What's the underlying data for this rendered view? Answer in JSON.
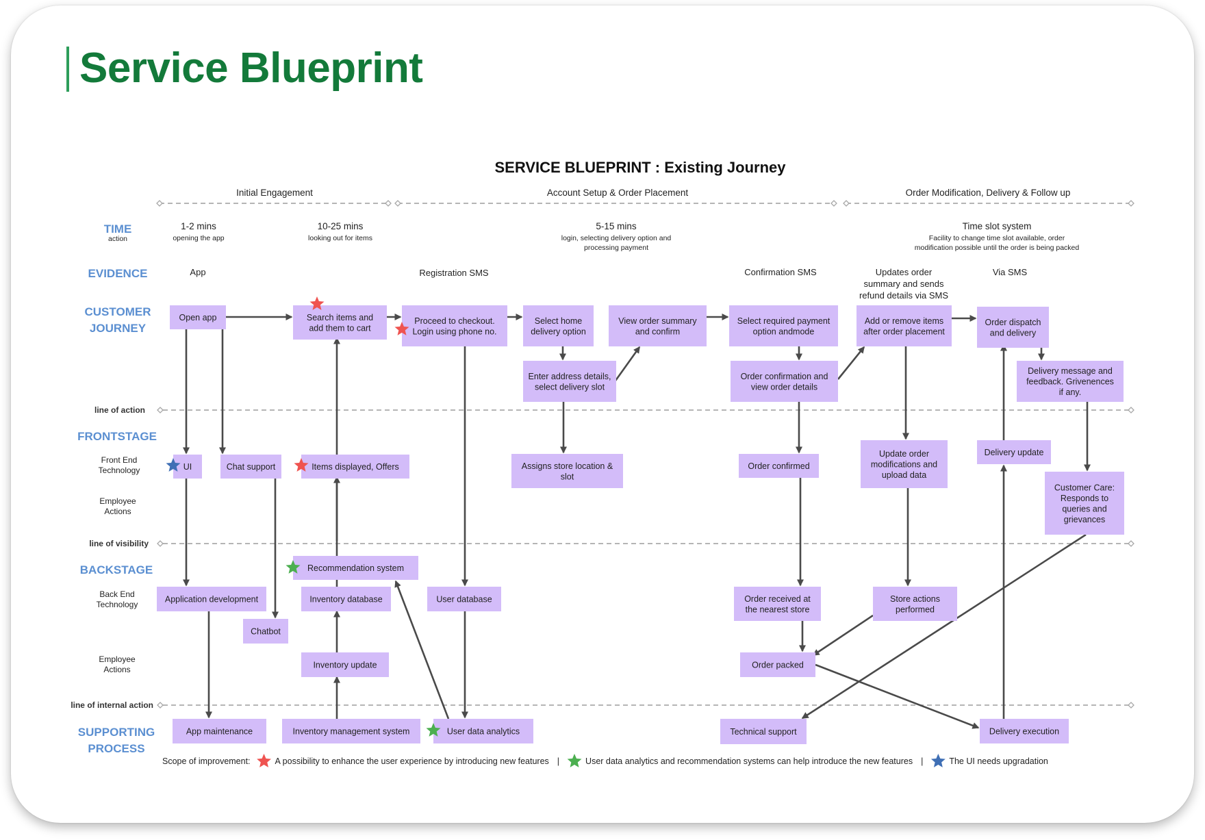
{
  "page": {
    "title": "Service Blueprint"
  },
  "blueprint": {
    "title": "SERVICE BLUEPRINT : Existing Journey",
    "phases": [
      "Initial Engagement",
      "Account Setup & Order Placement",
      "Order Modification, Delivery & Follow up"
    ],
    "lanes": {
      "time": "TIME",
      "time_sub": "action",
      "evidence": "EVIDENCE",
      "customer_journey_1": "CUSTOMER",
      "customer_journey_2": "JOURNEY",
      "frontstage": "FRONTSTAGE",
      "frontend_tech_1": "Front End",
      "frontend_tech_2": "Technology",
      "employee_actions_1": "Employee",
      "employee_actions_2": "Actions",
      "backstage": "BACKSTAGE",
      "backend_tech_1": "Back End",
      "backend_tech_2": "Technology",
      "employee_actions_b1": "Employee",
      "employee_actions_b2": "Actions",
      "supporting_1": "SUPPORTING",
      "supporting_2": "PROCESS"
    },
    "lines": {
      "action": "line of action",
      "visibility": "line of visibility",
      "internal": "line of internal action"
    },
    "time": [
      {
        "main": "1-2 mins",
        "sub1": "opening the app",
        "sub2": ""
      },
      {
        "main": "10-25 mins",
        "sub1": "looking out for items",
        "sub2": ""
      },
      {
        "main": "5-15 mins",
        "sub1": "login, selecting delivery option and",
        "sub2": "processing payment"
      },
      {
        "main": "Time slot system",
        "sub1": "Facility to change time slot available, order",
        "sub2": "modification possible until the order is being packed"
      }
    ],
    "evidence": [
      "App",
      "Registration SMS",
      "Confirmation SMS",
      "Updates order",
      "summary and sends",
      "refund details via SMS",
      "Via SMS"
    ],
    "boxes": {
      "open_app": [
        "Open app"
      ],
      "search_items": [
        "Search items and",
        "add them to cart"
      ],
      "checkout": [
        "Proceed to checkout.",
        "Login using phone no."
      ],
      "home_delivery": [
        "Select home",
        "delivery option"
      ],
      "address_details": [
        "Enter address details,",
        "select delivery slot"
      ],
      "view_summary": [
        "View order summary",
        "and confirm"
      ],
      "payment": [
        "Select required payment",
        "option andmode"
      ],
      "order_confirmation": [
        "Order confirmation and",
        "view order details"
      ],
      "add_remove": [
        "Add or remove items",
        "after order placement"
      ],
      "order_dispatch": [
        "Order dispatch",
        "and delivery"
      ],
      "delivery_message": [
        "Delivery message and",
        "feedback. Grivenences",
        "if any."
      ],
      "ui": [
        "UI"
      ],
      "chat_support": [
        "Chat support"
      ],
      "items_displayed": [
        "Items displayed, Offers"
      ],
      "assign_store": [
        "Assigns store location &",
        "slot"
      ],
      "order_confirmed": [
        "Order  confirmed"
      ],
      "update_modifications": [
        "Update order",
        "modifications and",
        "upload data"
      ],
      "delivery_update": [
        "Delivery update"
      ],
      "customer_care": [
        "Customer Care:",
        "Responds to",
        "queries and",
        "grievances"
      ],
      "recommendation": [
        "Recommendation system"
      ],
      "app_dev": [
        "Application development"
      ],
      "inventory_db": [
        "Inventory database"
      ],
      "user_db": [
        "User database"
      ],
      "chatbot": [
        "Chatbot"
      ],
      "order_received": [
        "Order received at",
        "the nearest store"
      ],
      "store_actions": [
        "Store actions",
        "performed"
      ],
      "inventory_update": [
        "Inventory  update"
      ],
      "order_packed": [
        "Order  packed"
      ],
      "app_maintenance": [
        "App maintenance"
      ],
      "inventory_mgmt": [
        "Inventory management system"
      ],
      "user_analytics": [
        "User data analytics"
      ],
      "tech_support": [
        "Technical support"
      ],
      "delivery_execution": [
        "Delivery execution"
      ]
    },
    "legend": {
      "label": "Scope of improvement:",
      "red": "A possibility to enhance the user experience by introducing new features",
      "green": "User data analytics and recommendation systems can help introduce the new features",
      "blue": "The UI needs upgradation",
      "separator": "|"
    },
    "colors": {
      "box_fill": "#d3bcf9",
      "lane_label": "#5b8fd1",
      "arrow": "#4a4a4a",
      "star_red": "#ef5350",
      "star_green": "#4caf50",
      "star_blue": "#3f6fb5",
      "title_green": "#137a3a"
    }
  }
}
